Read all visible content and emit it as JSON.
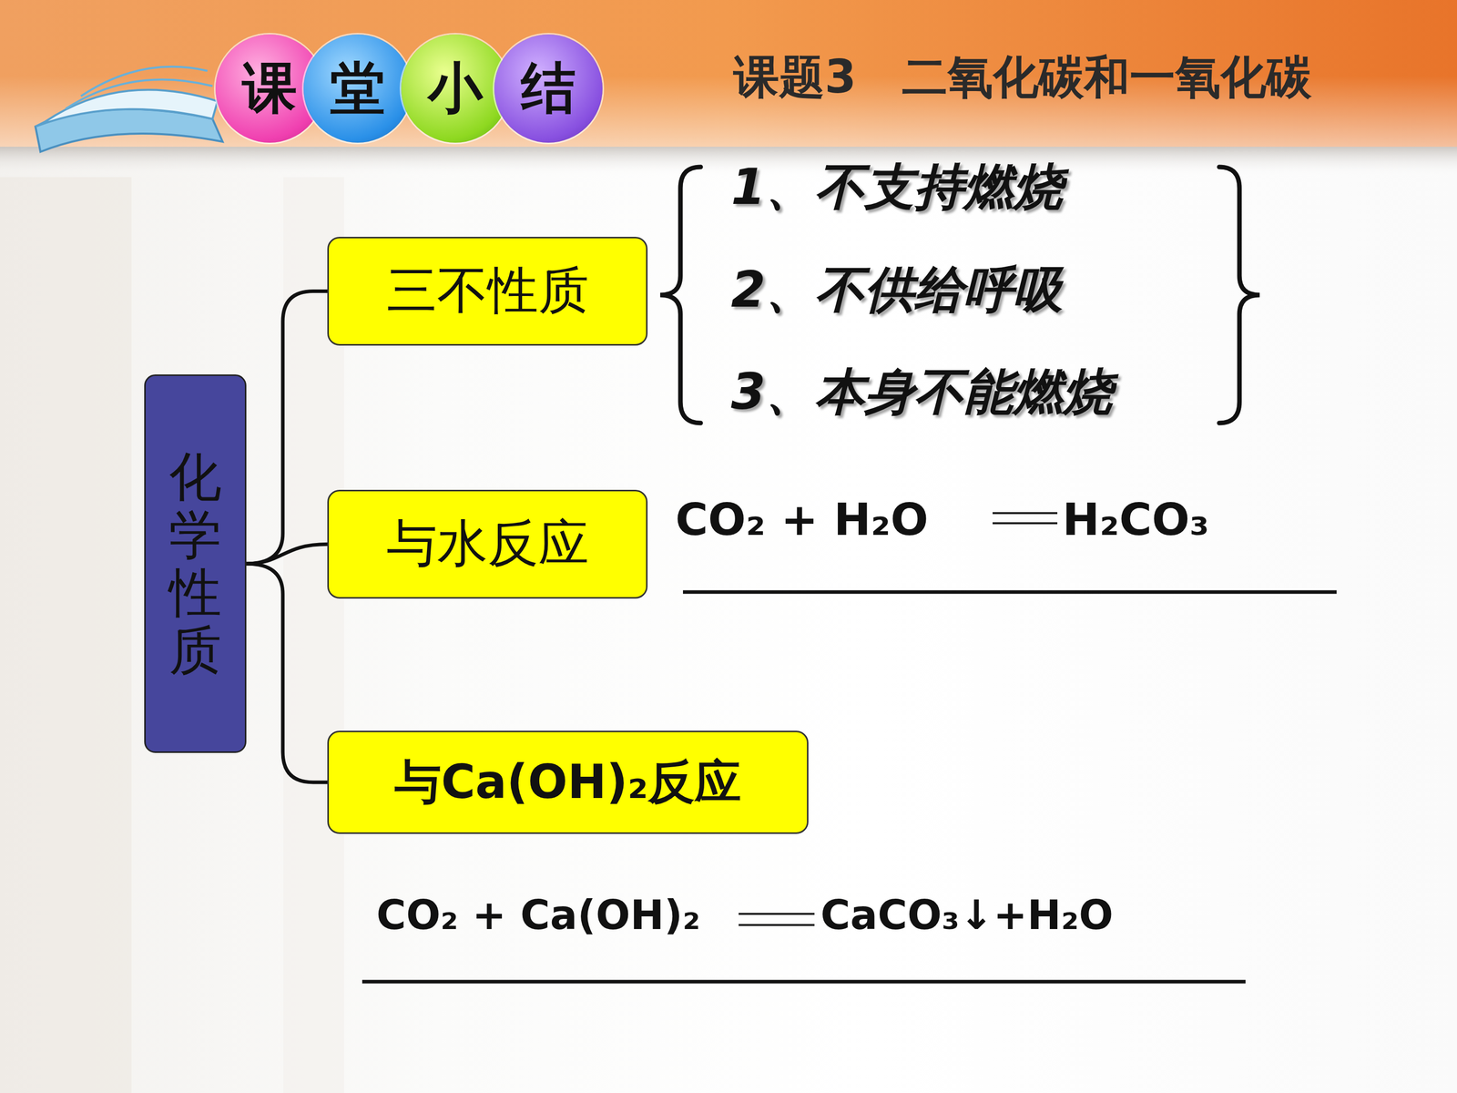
{
  "diagram": {
    "title": "课题3　二氧化碳和一氧化碳",
    "nodes": [
      {
        "text": [
          "课"
        ]
      },
      {
        "text": [
          "堂"
        ]
      },
      {
        "text": [
          "小"
        ]
      },
      {
        "text": [
          "结"
        ]
      },
      {
        "text": [
          "化学性质"
        ]
      },
      {
        "text": [
          "三不性质"
        ]
      },
      {
        "text": [
          "与水反应"
        ]
      },
      {
        "text": [
          "与Ca(OH)₂反应"
        ]
      }
    ],
    "edges": [
      {
        "from": 4,
        "to": 5,
        "arrow": "none"
      },
      {
        "from": 4,
        "to": 6,
        "arrow": "none"
      },
      {
        "from": 4,
        "to": 7,
        "arrow": "none"
      }
    ],
    "labels": [
      "1、不支持燃烧",
      "2、不供给呼吸",
      "3、本身不能燃烧",
      "CO₂ + H₂O",
      "H₂CO₃",
      "CO₂ + Ca(OH)₂",
      "CaCO₃↓+H₂O"
    ]
  }
}
